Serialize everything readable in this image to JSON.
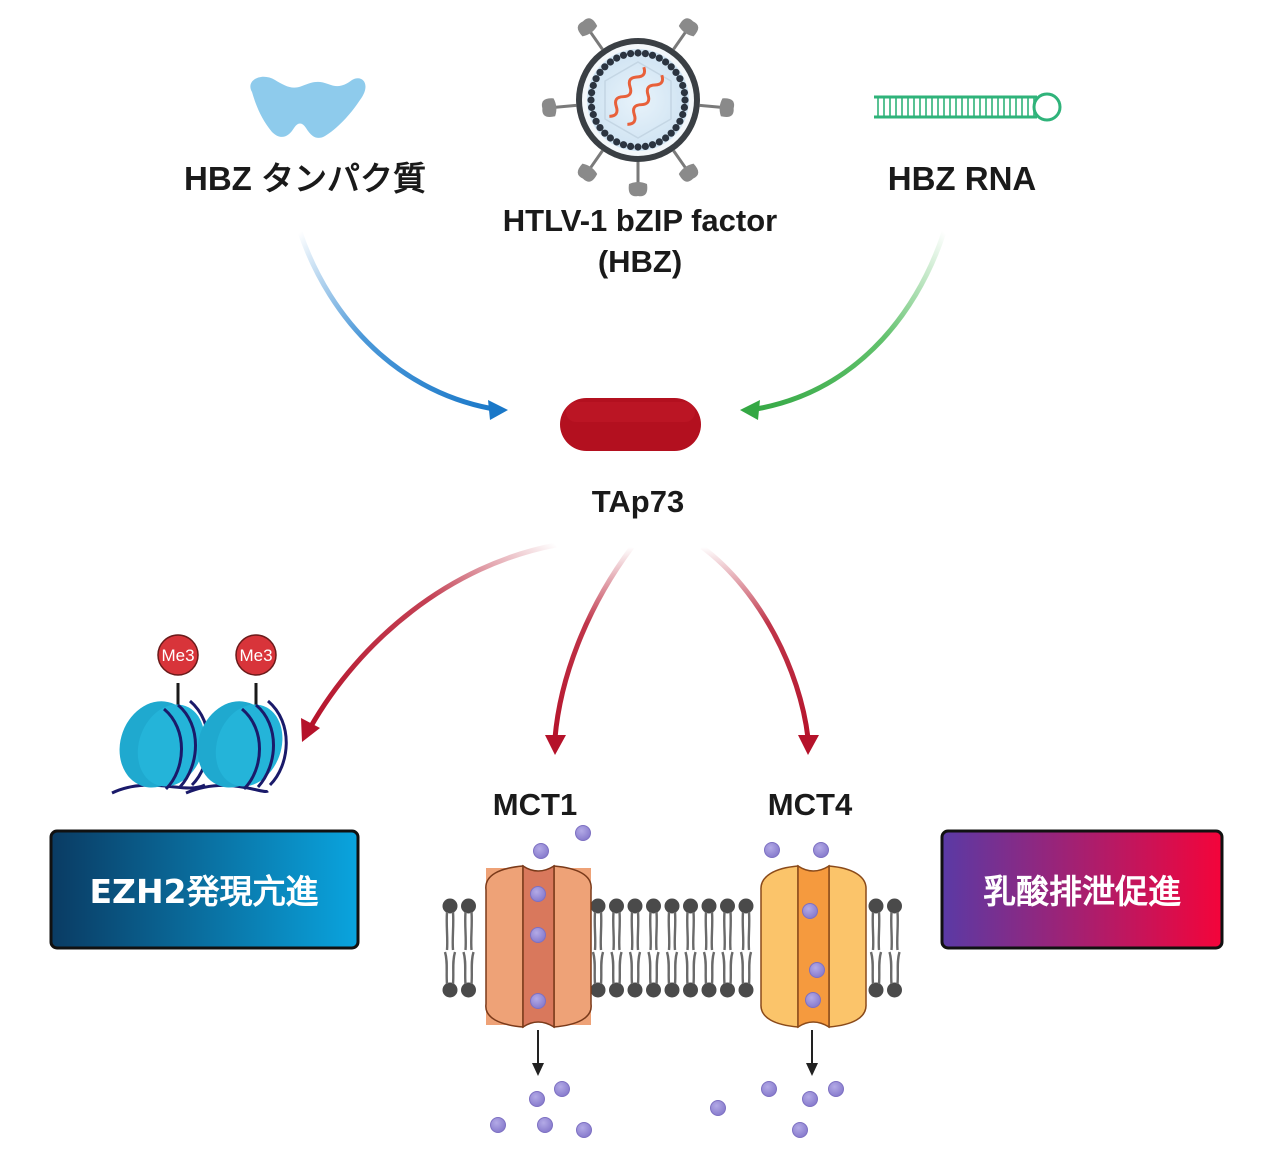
{
  "title": "HBZ → TAp73 → EZH2 / MCT1 / MCT4 pathway",
  "nodes": {
    "hbz_protein": {
      "label": "HBZ タンパク質",
      "icon": "protein-icon"
    },
    "hbz_virus": {
      "label_line1": "HTLV-1 bZIP factor",
      "label_line2": "(HBZ)",
      "icon": "virus-icon"
    },
    "hbz_rna": {
      "label": "HBZ RNA",
      "icon": "rna-hairpin-icon"
    },
    "tap73": {
      "label": "TAp73",
      "icon": "protein-capsule-icon"
    },
    "nucleosome": {
      "me3_label": "Me3",
      "icon": "nucleosome-icon"
    },
    "mct1": {
      "label": "MCT1",
      "icon": "transporter-icon"
    },
    "mct4": {
      "label": "MCT4",
      "icon": "transporter-icon"
    }
  },
  "outcomes": {
    "ezh2": {
      "label": "EZH2発現亢進"
    },
    "lactate": {
      "label": "乳酸排泄促進"
    }
  },
  "edges": [
    {
      "from": "HBZ タンパク質",
      "to": "TAp73",
      "color": "#1f7fcf"
    },
    {
      "from": "HBZ RNA",
      "to": "TAp73",
      "color": "#3cb34a"
    },
    {
      "from": "TAp73",
      "to": "EZH2 (nucleosome)",
      "color": "#b5122a"
    },
    {
      "from": "TAp73",
      "to": "MCT1",
      "color": "#b5122a"
    },
    {
      "from": "TAp73",
      "to": "MCT4",
      "color": "#b5122a"
    }
  ],
  "colors": {
    "protein": "#8ecbec",
    "rna": "#2fb37a",
    "tap73": "#b3101f",
    "nucleosome": "#1fa9cf",
    "me3": "#d8343a",
    "mct1_body": "#eea277",
    "mct1_channel": "#d9785c",
    "mct4_body": "#fbc46a",
    "mct4_channel": "#f59a3e",
    "lactate": "#9b8fd6",
    "membrane": "#4a4a4a",
    "ezh2_grad_start": "#0a3f6a",
    "ezh2_grad_end": "#0aa2dc",
    "lac_grad_start": "#5c3aa3",
    "lac_grad_end": "#f0063a"
  }
}
